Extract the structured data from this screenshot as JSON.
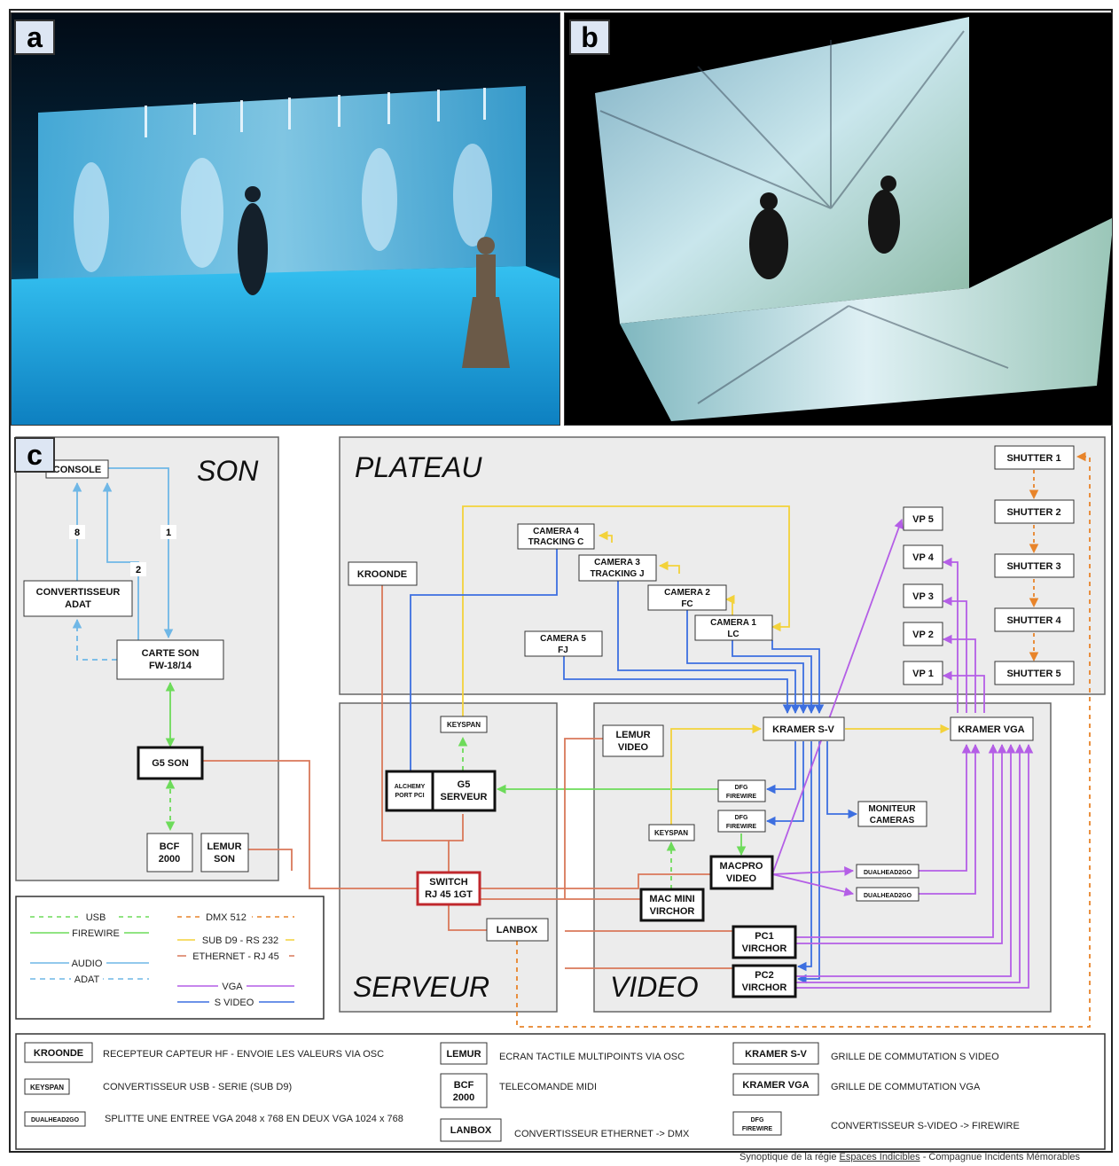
{
  "panels": {
    "a": "a",
    "b": "b",
    "c": "c"
  },
  "sections": {
    "son": "SON",
    "plateau": "PLATEAU",
    "serveur": "SERVEUR",
    "video": "VIDEO"
  },
  "boxes": {
    "console": "CONSOLE",
    "convertisseur_adat": [
      "CONVERTISSEUR",
      "ADAT"
    ],
    "carte_son": [
      "CARTE SON",
      "FW-18/14"
    ],
    "g5_son": "G5 SON",
    "bcf2000": [
      "BCF",
      "2000"
    ],
    "lemur_son": [
      "LEMUR",
      "SON"
    ],
    "kroonde": "KROONDE",
    "camera4": [
      "CAMERA 4",
      "TRACKING C"
    ],
    "camera3": [
      "CAMERA 3",
      "TRACKING J"
    ],
    "camera2": [
      "CAMERA 2",
      "FC"
    ],
    "camera1": [
      "CAMERA 1",
      "LC"
    ],
    "camera5": [
      "CAMERA 5",
      "FJ"
    ],
    "vp5": "VP 5",
    "vp4": "VP 4",
    "vp3": "VP 3",
    "vp2": "VP 2",
    "vp1": "VP 1",
    "shutter1": "SHUTTER 1",
    "shutter2": "SHUTTER 2",
    "shutter3": "SHUTTER 3",
    "shutter4": "SHUTTER 4",
    "shutter5": "SHUTTER 5",
    "keyspan_serveur": "KEYSPAN",
    "alchemy": [
      "ALCHEMY",
      "PORT PCI"
    ],
    "g5_serveur": [
      "G5",
      "SERVEUR"
    ],
    "switch": [
      "SWITCH",
      "RJ 45 1GT"
    ],
    "lanbox": "LANBOX",
    "lemur_video": [
      "LEMUR",
      "VIDEO"
    ],
    "kramer_sv": "KRAMER S-V",
    "kramer_vga": "KRAMER VGA",
    "dfg1": [
      "DFG",
      "FIREWIRE"
    ],
    "dfg2": [
      "DFG",
      "FIREWIRE"
    ],
    "keyspan_video": "KEYSPAN",
    "moniteur": [
      "MONITEUR",
      "CAMERAS"
    ],
    "macpro": [
      "MACPRO",
      "VIDEO"
    ],
    "macmini": [
      "MAC MINI",
      "VIRCHOR"
    ],
    "dualhead1": "DUALHEAD2GO",
    "dualhead2": "DUALHEAD2GO",
    "pc1": [
      "PC1",
      "VIRCHOR"
    ],
    "pc2": [
      "PC2",
      "VIRCHOR"
    ]
  },
  "edge_labels": {
    "audio8": "8",
    "audio2": "2",
    "audio1": "1"
  },
  "legend": {
    "usb": "USB",
    "firewire": "FIREWIRE",
    "audio": "AUDIO",
    "adat": "ADAT",
    "dmx": "DMX 512",
    "sub_d9": "SUB D9 - RS 232",
    "ethernet": "ETHERNET - RJ 45",
    "vga": "VGA",
    "svideo": "S VIDEO"
  },
  "glossary": [
    {
      "term": "KROONDE",
      "def": "RECEPTEUR CAPTEUR HF -  ENVOIE LES VALEURS VIA OSC"
    },
    {
      "term": "KEYSPAN",
      "def": "CONVERTISSEUR USB - SERIE (SUB D9)"
    },
    {
      "term": "DUALHEAD2GO",
      "def": "SPLITTE UNE ENTREE VGA 2048 x 768 EN DEUX VGA 1024 x 768"
    },
    {
      "term": "LEMUR",
      "def": "ECRAN TACTILE MULTIPOINTS VIA OSC"
    },
    {
      "term": [
        "BCF",
        "2000"
      ],
      "def": "TELECOMANDE MIDI"
    },
    {
      "term": "LANBOX",
      "def": "CONVERTISSEUR ETHERNET -> DMX"
    },
    {
      "term": "KRAMER S-V",
      "def": "GRILLE DE COMMUTATION S VIDEO"
    },
    {
      "term": "KRAMER VGA",
      "def": "GRILLE DE COMMUTATION VGA"
    },
    {
      "term": [
        "DFG",
        "FIREWIRE"
      ],
      "def": "CONVERTISSEUR S-VIDEO -> FIREWIRE"
    }
  ],
  "footer": {
    "prefix": "Synoptique de la régie ",
    "link": "Espaces Indicibles",
    "suffix": " - Compagnue Incidents Mémorables"
  },
  "colors": {
    "audio": "#6fb7e6",
    "firewire": "#6ddb5a",
    "ethernet": "#d9785a",
    "sub_d9": "#f3d23a",
    "dmx": "#e8842a",
    "vga": "#b45ee6",
    "svideo": "#3d6fe0",
    "section_bg": "#ececec"
  }
}
